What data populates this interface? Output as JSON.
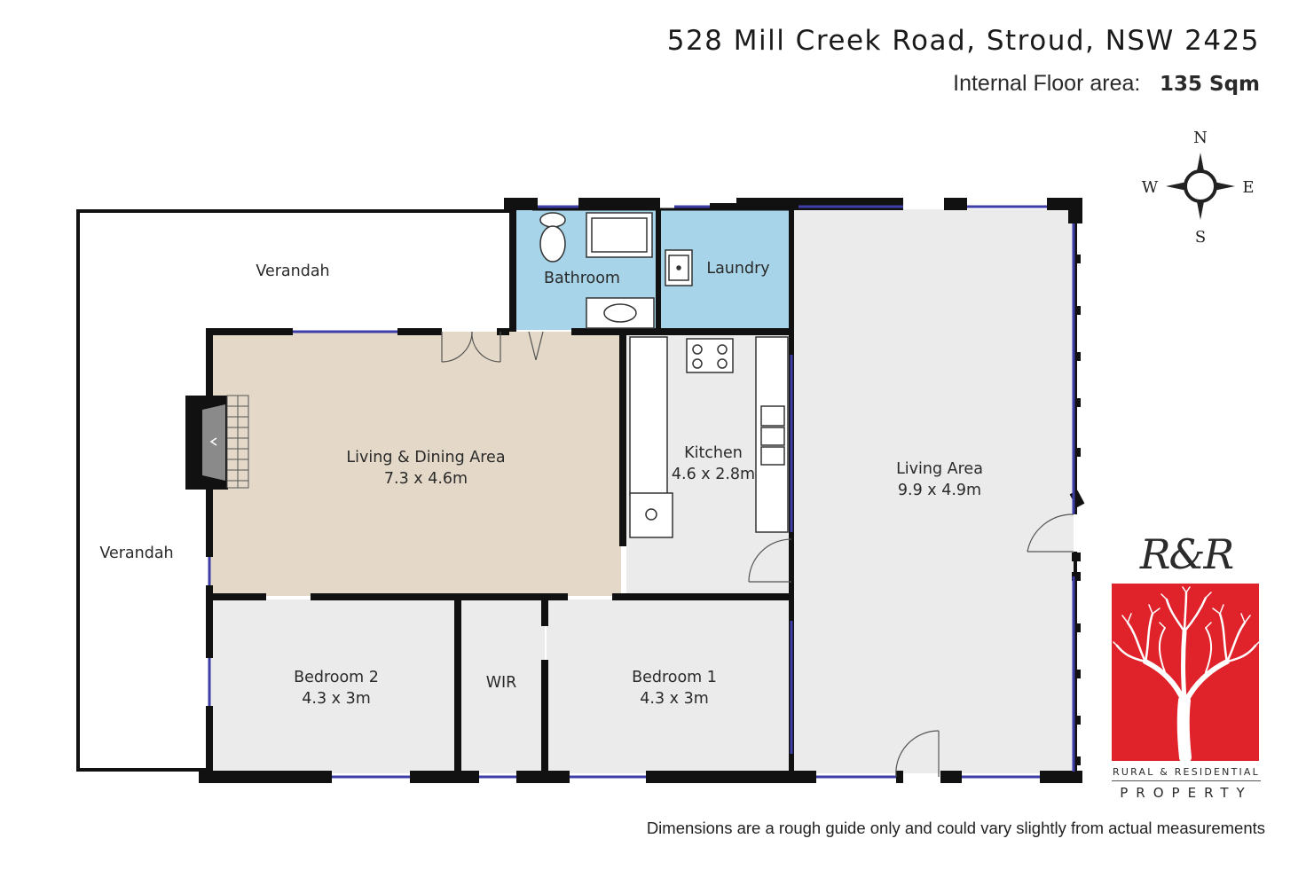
{
  "header": {
    "address": "528 Mill Creek Road, Stroud, NSW 2425",
    "area_label": "Internal Floor area:",
    "area_value": "135 Sqm"
  },
  "compass": {
    "north": "N",
    "south": "S",
    "east": "E",
    "west": "W"
  },
  "rooms": {
    "verandah_top": {
      "name": "Verandah"
    },
    "verandah_left": {
      "name": "Verandah"
    },
    "bathroom": {
      "name": "Bathroom"
    },
    "laundry": {
      "name": "Laundry"
    },
    "living_dining": {
      "name": "Living & Dining Area",
      "size": "7.3 x 4.6m"
    },
    "kitchen": {
      "name": "Kitchen",
      "size": "4.6 x 2.8m"
    },
    "living_area": {
      "name": "Living Area",
      "size": "9.9 x 4.9m"
    },
    "bedroom2": {
      "name": "Bedroom 2",
      "size": "4.3 x 3m"
    },
    "wir": {
      "name": "WIR"
    },
    "bedroom1": {
      "name": "Bedroom 1",
      "size": "4.3 x 3m"
    }
  },
  "logo": {
    "script": "R&R",
    "line1": "RURAL & RESIDENTIAL",
    "line2": "PROPERTY"
  },
  "colors": {
    "bath_laundry": "#a7d4e8",
    "living_dining": "#e4d9c8",
    "rooms": "#ebebeb",
    "walls": "#111111",
    "windows": "#3e3ea8",
    "logo_red": "#e0222a"
  },
  "footer": {
    "disclaimer": "Dimensions are a rough guide only and could vary slightly from actual measurements"
  }
}
